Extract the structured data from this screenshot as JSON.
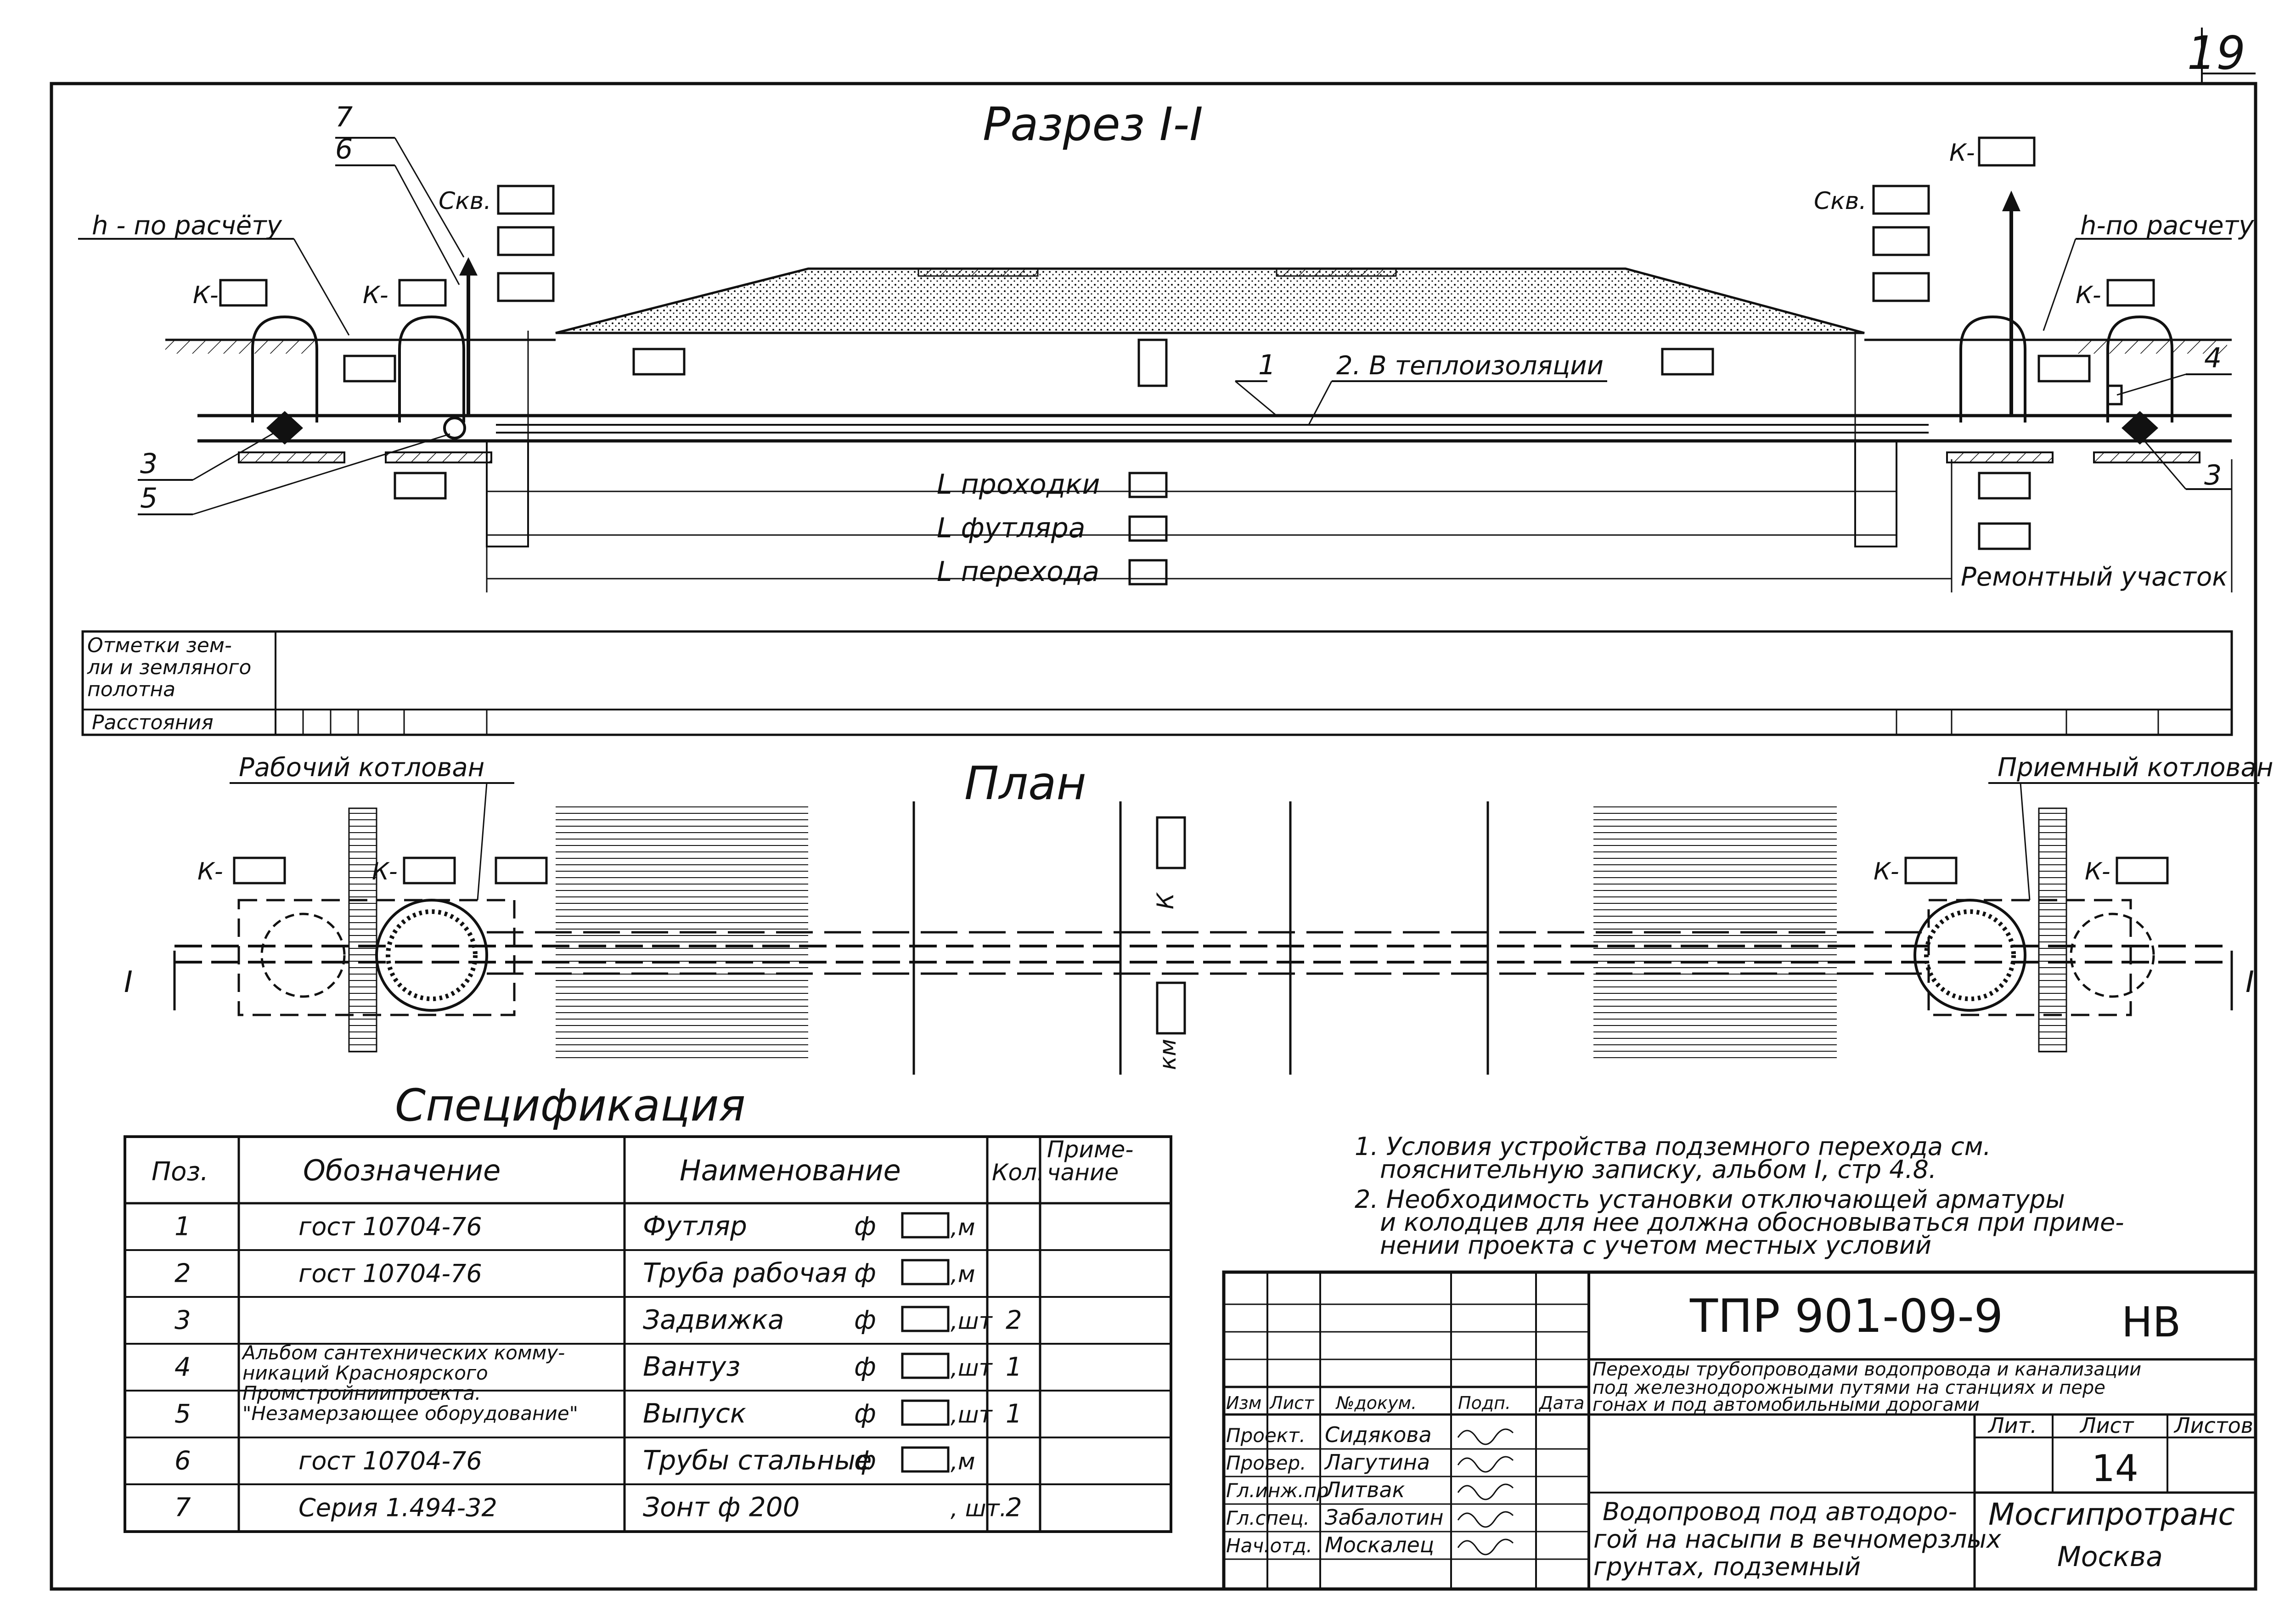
{
  "sheet_number": "19",
  "section": {
    "title": "Разрез I-I",
    "callout_7": "7",
    "callout_6": "6",
    "callout_3": "3",
    "callout_5": "5",
    "callout_4": "4",
    "callout_3r": "3",
    "h_left": "h - по расчёту",
    "h_right": "h-по расчету",
    "skv_left": "Скв.",
    "skv_right": "Скв.",
    "k_prefix": "К-",
    "pipe_1": "1",
    "pipe_2": "2. В теплоизоляции",
    "l_prohodki": "L проходки",
    "l_futlyara": "L футляра",
    "l_perehoda": "L перехода",
    "repair": "Ремонтный участок"
  },
  "profile_table": {
    "row1": [
      "Отметки зем-",
      "ли и земляного",
      "полотна"
    ],
    "row2": "Расстояния"
  },
  "plan": {
    "title": "План",
    "working_pit": "Рабочий котлован",
    "receiving_pit": "Приемный котлован",
    "k_prefix": "К-",
    "km": "км",
    "kappa": "К",
    "marker": "I"
  },
  "spec": {
    "title": "Спецификация",
    "headers": [
      "Поз.",
      "Обозначение",
      "Наименование",
      "Кол.",
      "Приме-",
      "чание"
    ],
    "rows": [
      {
        "pos": "1",
        "code": "гост 10704-76",
        "name": "Футляр",
        "phi": "ф",
        "unit": ",м",
        "qty": ""
      },
      {
        "pos": "2",
        "code": "гост 10704-76",
        "name": "Труба рабочая",
        "phi": "ф",
        "unit": ",м",
        "qty": ""
      },
      {
        "pos": "3",
        "code": "",
        "name": "Задвижка",
        "phi": "ф",
        "unit": ",шт",
        "qty": "2"
      },
      {
        "pos": "4",
        "code": "",
        "name": "Вантуз",
        "phi": "ф",
        "unit": ",шт",
        "qty": "1"
      },
      {
        "pos": "5",
        "code": "",
        "name": "Выпуск",
        "phi": "ф",
        "unit": ",шт",
        "qty": "1"
      },
      {
        "pos": "6",
        "code": "гост 10704-76",
        "name": "Трубы стальные",
        "phi": "ф",
        "unit": ",м",
        "qty": ""
      },
      {
        "pos": "7",
        "code": "Серия 1.494-32",
        "name": "Зонт ф 200",
        "phi": "",
        "unit": ", шт.",
        "qty": "2"
      }
    ],
    "album_note": [
      "Альбом сантехнических комму-",
      "никаций Красноярского",
      "Промстройниипроекта.",
      "\"Незамерзающее оборудование\""
    ]
  },
  "notes": [
    "1. Условия устройства подземного перехода см.",
    "пояснительную записку, альбом I, стр 4.8.",
    "2. Необходимость установки отключающей арматуры",
    "и колодцев для нее должна обосновываться при приме-",
    "нении проекта с учетом местных условий"
  ],
  "title_block": {
    "code": "ТПР 901-09-9",
    "mark": "НВ",
    "desc": [
      "Переходы трубопроводами водопровода и канализации",
      "под железнодорожными путями на станциях и пере",
      "гонах и под автомобильными дорогами"
    ],
    "col_headers": [
      "Изм",
      "Лист",
      "№докум.",
      "Подп.",
      "Дата"
    ],
    "roles": [
      "Проект.",
      "Провер.",
      "Гл.инж.пр",
      "Гл.спец.",
      "Нач.отд."
    ],
    "names": [
      "Сидякова",
      "Лагутина",
      "Литвак",
      "Забалотин",
      "Москалец"
    ],
    "subject": [
      "Водопровод под автодоро-",
      "гой на насыпи в вечномерзлых",
      "грунтах, подземный"
    ],
    "lit_label": "Лит.",
    "sheet_label": "Лист",
    "sheets_label": "Листов",
    "sheet_value": "14",
    "org": "Мосгипротранс",
    "city": "Москва"
  }
}
